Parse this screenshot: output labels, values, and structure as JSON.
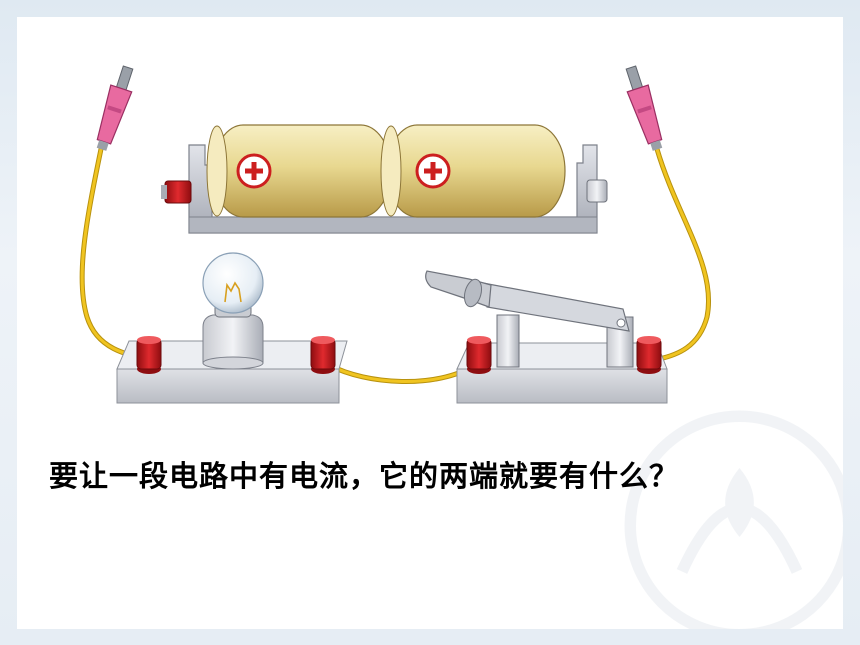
{
  "slide": {
    "question": "要让一段电路中有电流，它的两端就要有什么？"
  },
  "illustration": {
    "components": [
      "battery-holder",
      "battery-cell",
      "battery-cell",
      "light-bulb",
      "knife-switch",
      "alligator-clip",
      "alligator-clip",
      "wire"
    ],
    "colors": {
      "battery": "#e8d890",
      "plus_symbol": "#cc1f1f",
      "wire": "#f0c420",
      "clip": "#e86aa0",
      "terminal": "#c8161d",
      "base": "#c9ccd3"
    }
  }
}
